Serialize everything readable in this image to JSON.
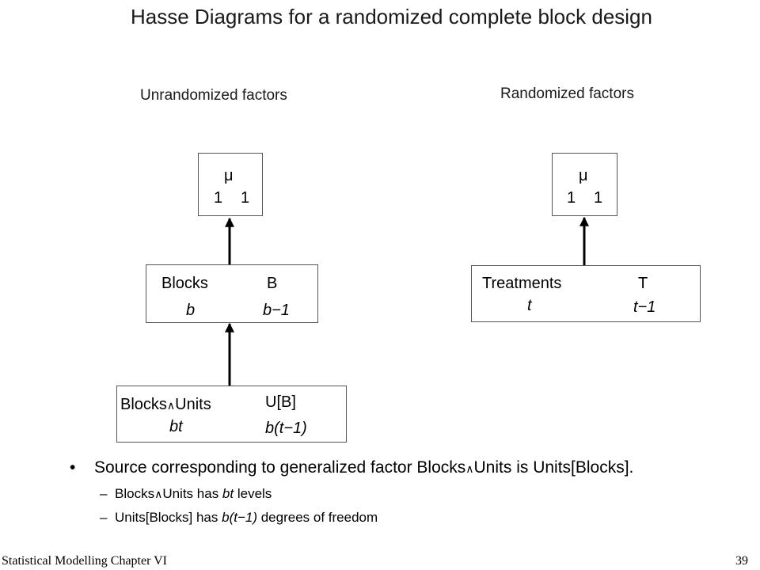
{
  "title": "Hasse Diagrams for a randomized complete block design",
  "unrandomized": {
    "heading": "Unrandomized factors",
    "nodes": {
      "mu": {
        "symbol": "μ",
        "levels": "1",
        "df": "1"
      },
      "blocks": {
        "name": "Blocks",
        "code": "B",
        "levels": "b",
        "df": "b−1"
      },
      "units": {
        "name_a": "Blocks",
        "cap": "∧",
        "name_b": "Units",
        "code": "U[B]",
        "levels": "bt",
        "df": "b(t−1)"
      }
    }
  },
  "randomized": {
    "heading": "Randomized factors",
    "nodes": {
      "mu": {
        "symbol": "μ",
        "levels": "1",
        "df": "1"
      },
      "treatments": {
        "name": "Treatments",
        "code": "T",
        "levels": "t",
        "df": "t−1"
      }
    }
  },
  "bullets": {
    "main_a": "Source corresponding to generalized factor Blocks",
    "main_cap": "∧",
    "main_b": "Units is Units[Blocks].",
    "sub1_a": "Blocks",
    "sub1_cap": "∧",
    "sub1_b": "Units has ",
    "sub1_it": "bt",
    "sub1_c": " levels",
    "sub2_a": "Units[Blocks] has ",
    "sub2_it": "b(t−1)",
    "sub2_c": " degrees of freedom",
    "bullet_symbol": "•",
    "dash_symbol": "–"
  },
  "footer": {
    "left": "Statistical Modelling   Chapter VI",
    "page": "39"
  }
}
